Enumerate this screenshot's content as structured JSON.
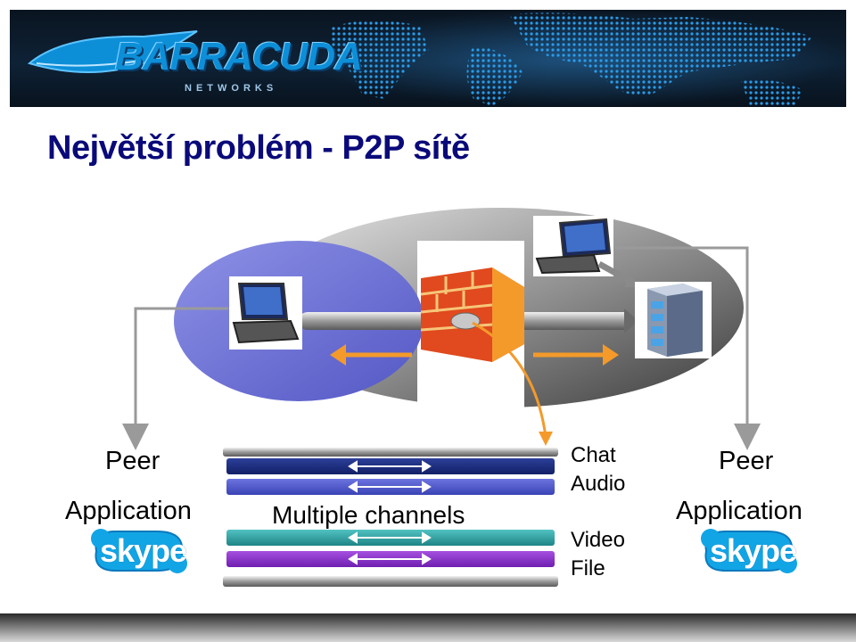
{
  "header": {
    "logo_text": "BARRACUDA",
    "logo_subtext": "NETWORKS",
    "logo_icon": "barracuda-fish-icon"
  },
  "title": "Největší problém - P2P sítě",
  "left_peer": {
    "line1": "Peer",
    "line2": "Application",
    "logo": "skype"
  },
  "right_peer": {
    "line1": "Peer",
    "line2": "Application",
    "logo": "skype"
  },
  "channels_label": "Multiple channels",
  "channel_types": {
    "chat": "Chat",
    "audio": "Audio",
    "video": "Video",
    "file": "File"
  },
  "icons": [
    "laptop-icon",
    "firewall-icon",
    "server-icon",
    "laptop-icon"
  ],
  "colors": {
    "title": "#0a0a7a",
    "ellipse_blue": "#6f73d6",
    "arrow_orange": "#f39a2b",
    "channel_navy": "#1b2a78",
    "channel_blue": "#4b54c4",
    "channel_teal": "#2a9a9c",
    "channel_purple": "#8a2cc8"
  }
}
